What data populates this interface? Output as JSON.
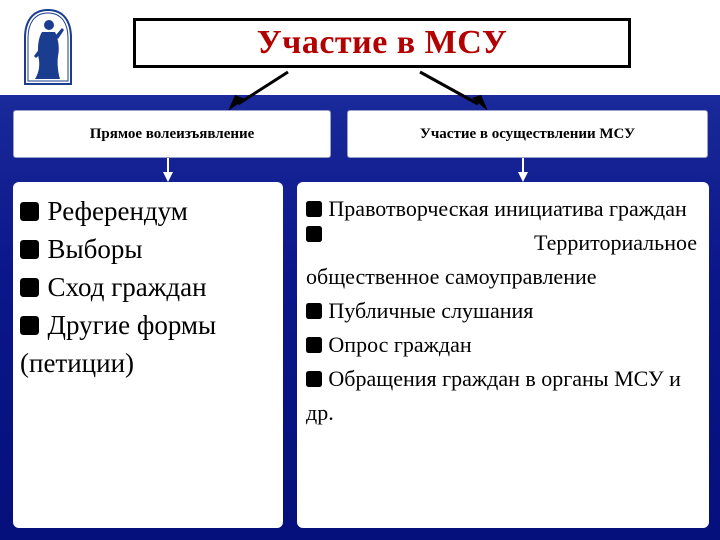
{
  "title": "Участие в МСУ",
  "branches": {
    "left_label": "Прямое волеизъявление",
    "right_label": "Участие в осуществлении МСУ"
  },
  "left_items": [
    "Референдум",
    "Выборы",
    "Сход граждан",
    "Другие формы"
  ],
  "left_tail": "(петиции)",
  "right_items": {
    "item1": "Правотворческая инициатива граждан",
    "item2_word1": "Территориальное",
    "item2_rest": "общественное самоуправление",
    "item3": "Публичные слушания",
    "item4": "Опрос граждан",
    "item5": "Обращения граждан в органы МСУ и др."
  },
  "colors": {
    "title": "#b30000",
    "band": "#0b168a",
    "box_border": "#000000"
  },
  "icons": [
    "university-logo-icon",
    "square-bullet-icon",
    "arrow-down-icon"
  ]
}
